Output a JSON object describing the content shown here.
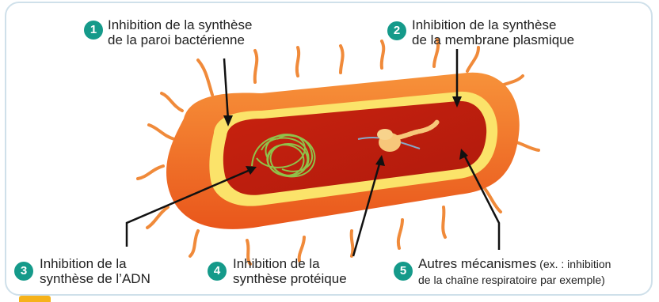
{
  "diagram": {
    "accent_color": "#159a8a",
    "callouts": [
      {
        "number": "1",
        "line1": "Inhibition de la synthèse",
        "line2": "de la paroi bactérienne"
      },
      {
        "number": "2",
        "line1": "Inhibition de la synthèse",
        "line2": "de la membrane plasmique"
      },
      {
        "number": "3",
        "line1": "Inhibition de la",
        "line2": "synthèse de l’ADN"
      },
      {
        "number": "4",
        "line1": "Inhibition de la",
        "line2": "synthèse protéique"
      },
      {
        "number": "5",
        "line1": "Autres mécanismes",
        "line1_small": " (ex. : inhibition",
        "line2": "de la chaîne respiratoire par exemple)"
      }
    ],
    "icons": [
      "bacterium-illustration",
      "dna-icon",
      "ribosome-icon",
      "arrow-icon"
    ]
  }
}
